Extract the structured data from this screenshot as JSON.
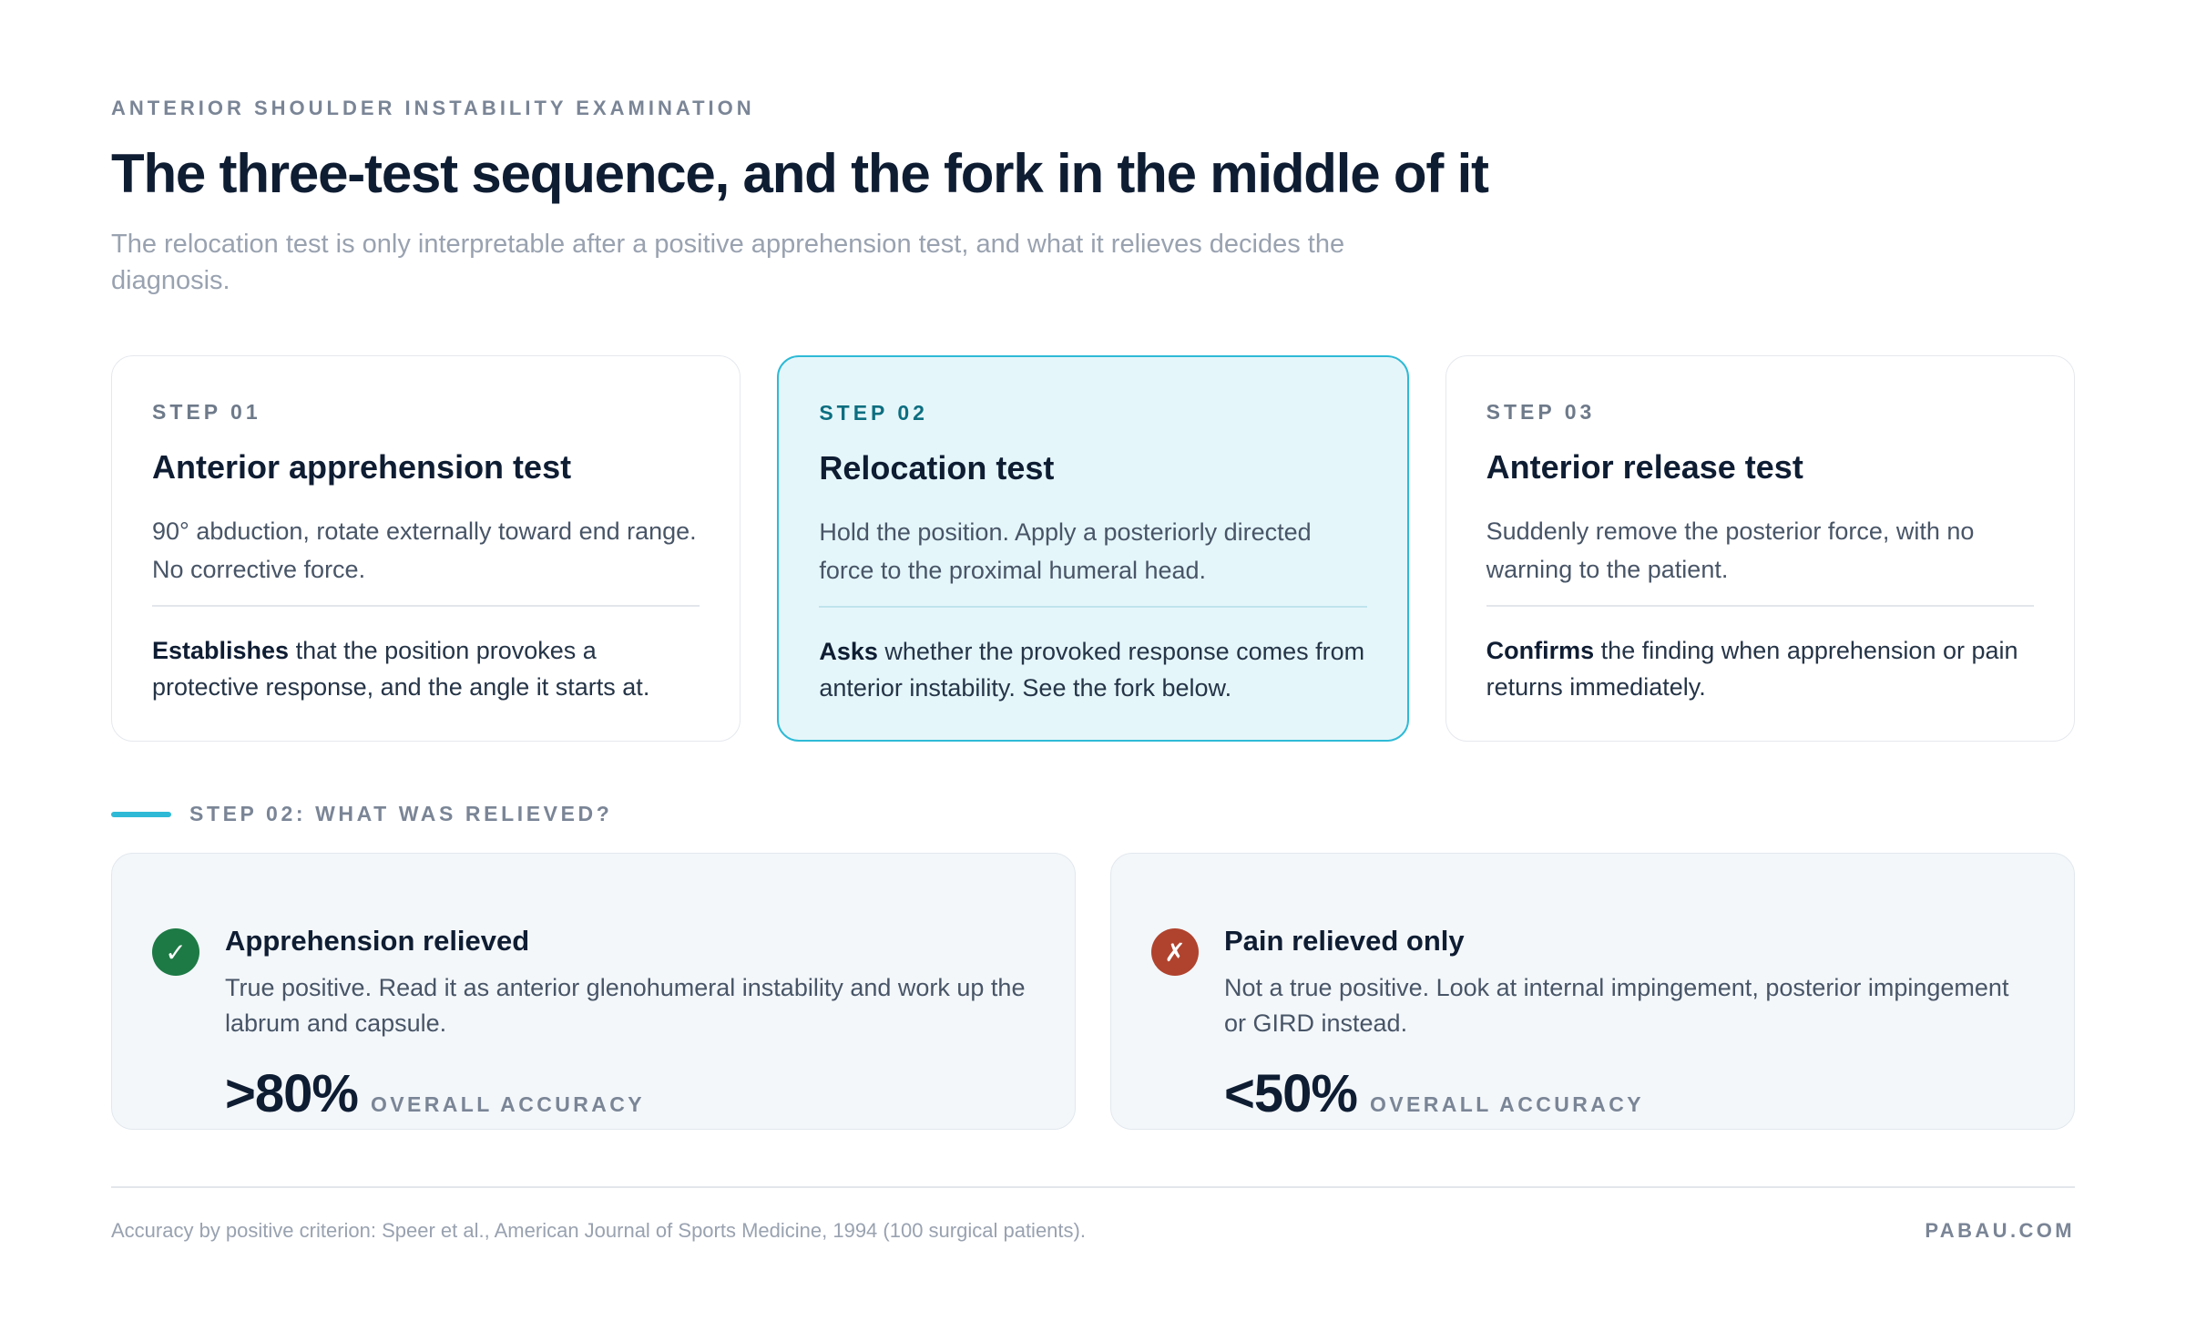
{
  "header": {
    "eyebrow": "ANTERIOR SHOULDER INSTABILITY EXAMINATION",
    "title": "The three-test sequence, and the fork in the middle of it",
    "subtitle": "The relocation test is only interpretable after a positive apprehension test, and what it relieves decides the diagnosis."
  },
  "steps": [
    {
      "number": "STEP 01",
      "title": "Anterior apprehension test",
      "description": "90° abduction, rotate externally toward end range. No corrective force.",
      "note_lead": "Establishes",
      "note_rest": " that the position provokes a protective response, and the angle it starts at."
    },
    {
      "number": "STEP 02",
      "title": "Relocation test",
      "description": "Hold the position. Apply a posteriorly directed force to the proximal humeral head.",
      "note_lead": "Asks",
      "note_rest": " whether the provoked response comes from anterior instability. See the fork below."
    },
    {
      "number": "STEP 03",
      "title": "Anterior release test",
      "description": "Suddenly remove the posterior force, with no warning to the patient.",
      "note_lead": "Confirms",
      "note_rest": " the finding when apprehension or pain returns immediately."
    }
  ],
  "fork": {
    "label": "STEP 02: WHAT WAS RELIEVED?"
  },
  "outcomes": [
    {
      "icon": "check-icon",
      "icon_glyph": "✓",
      "title": "Apprehension relieved",
      "description": "True positive. Read it as anterior glenohumeral instability and work up the labrum and capsule.",
      "stat_value": ">80%",
      "stat_label": "OVERALL ACCURACY"
    },
    {
      "icon": "cross-icon",
      "icon_glyph": "✗",
      "title": "Pain relieved only",
      "description": "Not a true positive. Look at internal impingement, posterior impingement or GIRD instead.",
      "stat_value": "<50%",
      "stat_label": "OVERALL ACCURACY"
    }
  ],
  "footer": {
    "note": "Accuracy by positive criterion: Speer et al., American Journal of Sports Medicine, 1994 (100 surgical patients).",
    "brand": "PABAU.COM"
  },
  "colors": {
    "accent": "#2ebad6",
    "active_card_bg": "#e5f6fa",
    "success": "#1d7a45",
    "danger": "#b0432e",
    "text_dark": "#0f1d33"
  }
}
